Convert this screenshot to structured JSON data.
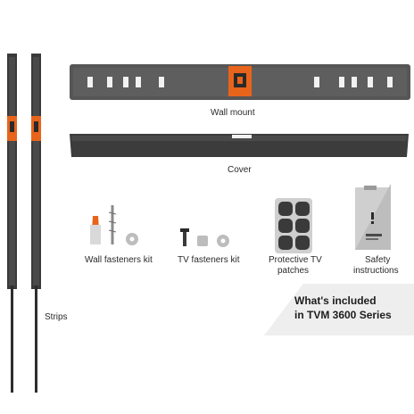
{
  "labels": {
    "wall_mount": "Wall mount",
    "cover": "Cover",
    "wall_fasteners": "Wall fasteners kit",
    "tv_fasteners": "TV fasteners kit",
    "protective_line1": "Protective TV",
    "protective_line2": "patches",
    "safety_line1": "Safety",
    "safety_line2": "instructions",
    "strips": "Strips"
  },
  "banner": {
    "line1": "What's included",
    "line2": "in TVM 3600 Series"
  },
  "colors": {
    "accent": "#e8641b",
    "metal_dark": "#3c3c3c",
    "metal_mid": "#565656",
    "banner_bg": "#eeeeee"
  }
}
